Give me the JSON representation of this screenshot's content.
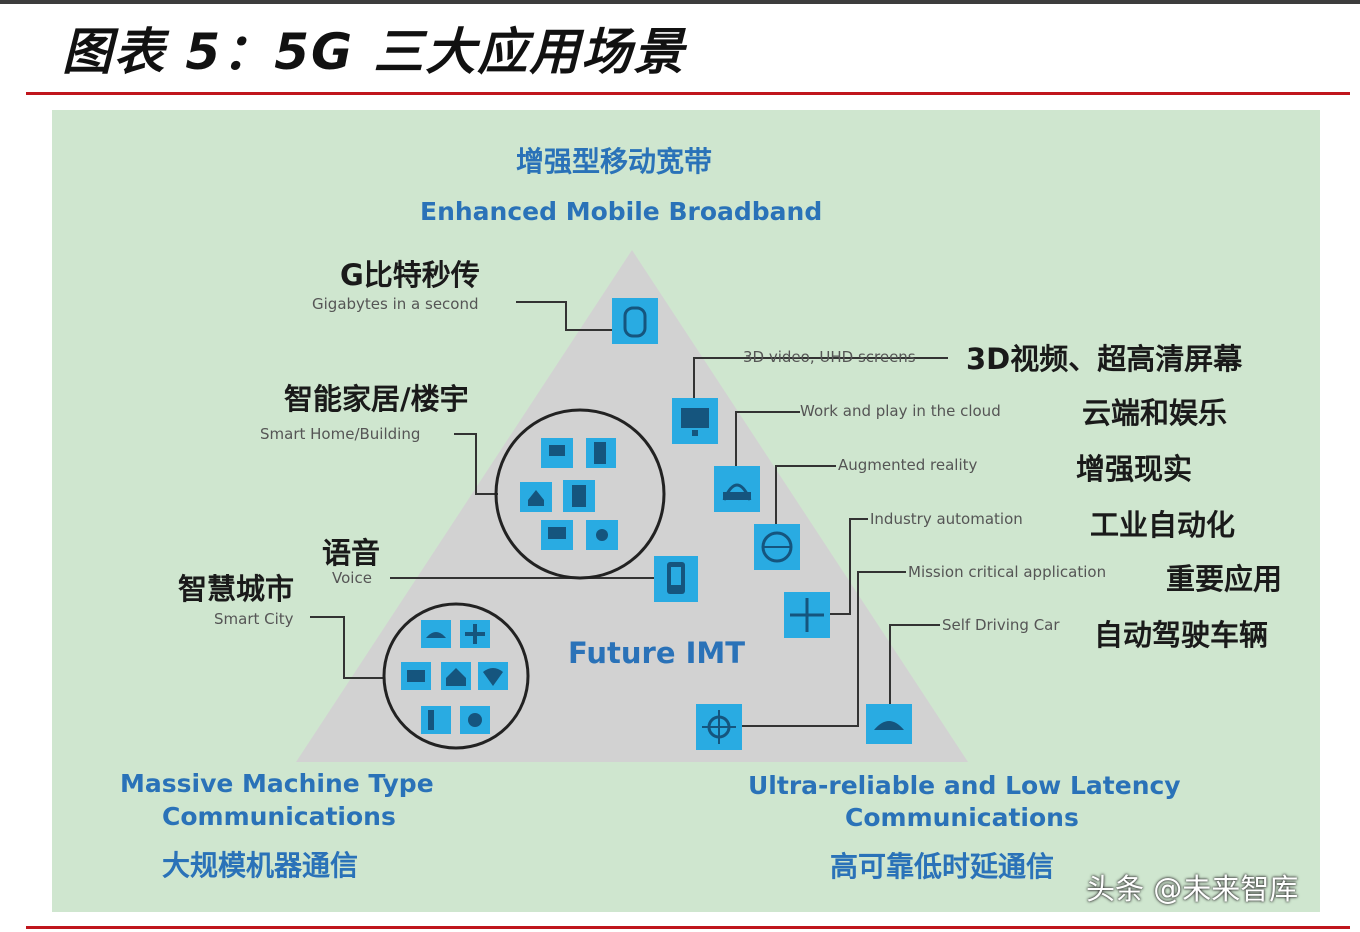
{
  "title": "图表 5：5G 三大应用场景",
  "top": {
    "cn": "增强型移动宽带",
    "en": "Enhanced Mobile Broadband"
  },
  "center_label": "Future IMT",
  "bottom_left": {
    "en_line1": "Massive Machine Type",
    "en_line2": "Communications",
    "cn": "大规模机器通信"
  },
  "bottom_right": {
    "en_line1": "Ultra-reliable  and Low Latency",
    "en_line2": "Communications",
    "cn": "高可靠低时延通信"
  },
  "left_labels": [
    {
      "cn": "G比特秒传",
      "en": "Gigabytes in a second"
    },
    {
      "cn": "智能家居/楼宇",
      "en": "Smart Home/Building"
    },
    {
      "cn": "语音",
      "en": "Voice"
    },
    {
      "cn": "智慧城市",
      "en": "Smart City"
    }
  ],
  "right_labels": [
    {
      "en": "3D video, UHD screens",
      "cn": "3D视频、超高清屏幕"
    },
    {
      "en": "Work and play in the cloud",
      "cn": "云端和娱乐"
    },
    {
      "en": "Augmented reality",
      "cn": "增强现实"
    },
    {
      "en": "Industry automation",
      "cn": "工业自动化"
    },
    {
      "en": "Mission critical  application",
      "cn": "重要应用"
    },
    {
      "en": "Self Driving Car",
      "cn": "自动驾驶车辆"
    }
  ],
  "watermark": "头条 @未来智库",
  "colors": {
    "panel": "#cfe6cf",
    "triangle": "#d2d2d2",
    "icon": "#29abe2",
    "accent_text": "#2a72b8",
    "rule": "#c0151c"
  },
  "icons": [
    "database-icon",
    "monitor-icon",
    "headset-icon",
    "globe-icon",
    "crossroads-icon",
    "car-icon",
    "target-icon",
    "phone-icon",
    "smart-home-icon",
    "smart-city-icon"
  ]
}
